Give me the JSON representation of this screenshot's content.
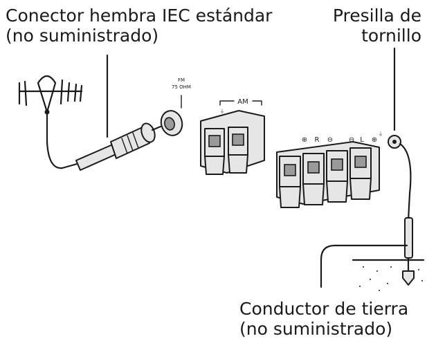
{
  "labels": {
    "iec_connector": [
      "Conector hembra IEC estándar",
      "(no suministrado)"
    ],
    "screw_clip": [
      "Presilla de",
      "tornillo"
    ],
    "ground_wire": [
      "Conductor de tierra",
      "(no suministrado)"
    ]
  },
  "terminals": {
    "fm": [
      "FM",
      "75 OHM"
    ],
    "am": "AM",
    "plus_r": "⊕",
    "r": "R",
    "minus_r": "⊖",
    "minus_l": "⊖",
    "l": "L",
    "plus_l": "⊕"
  }
}
